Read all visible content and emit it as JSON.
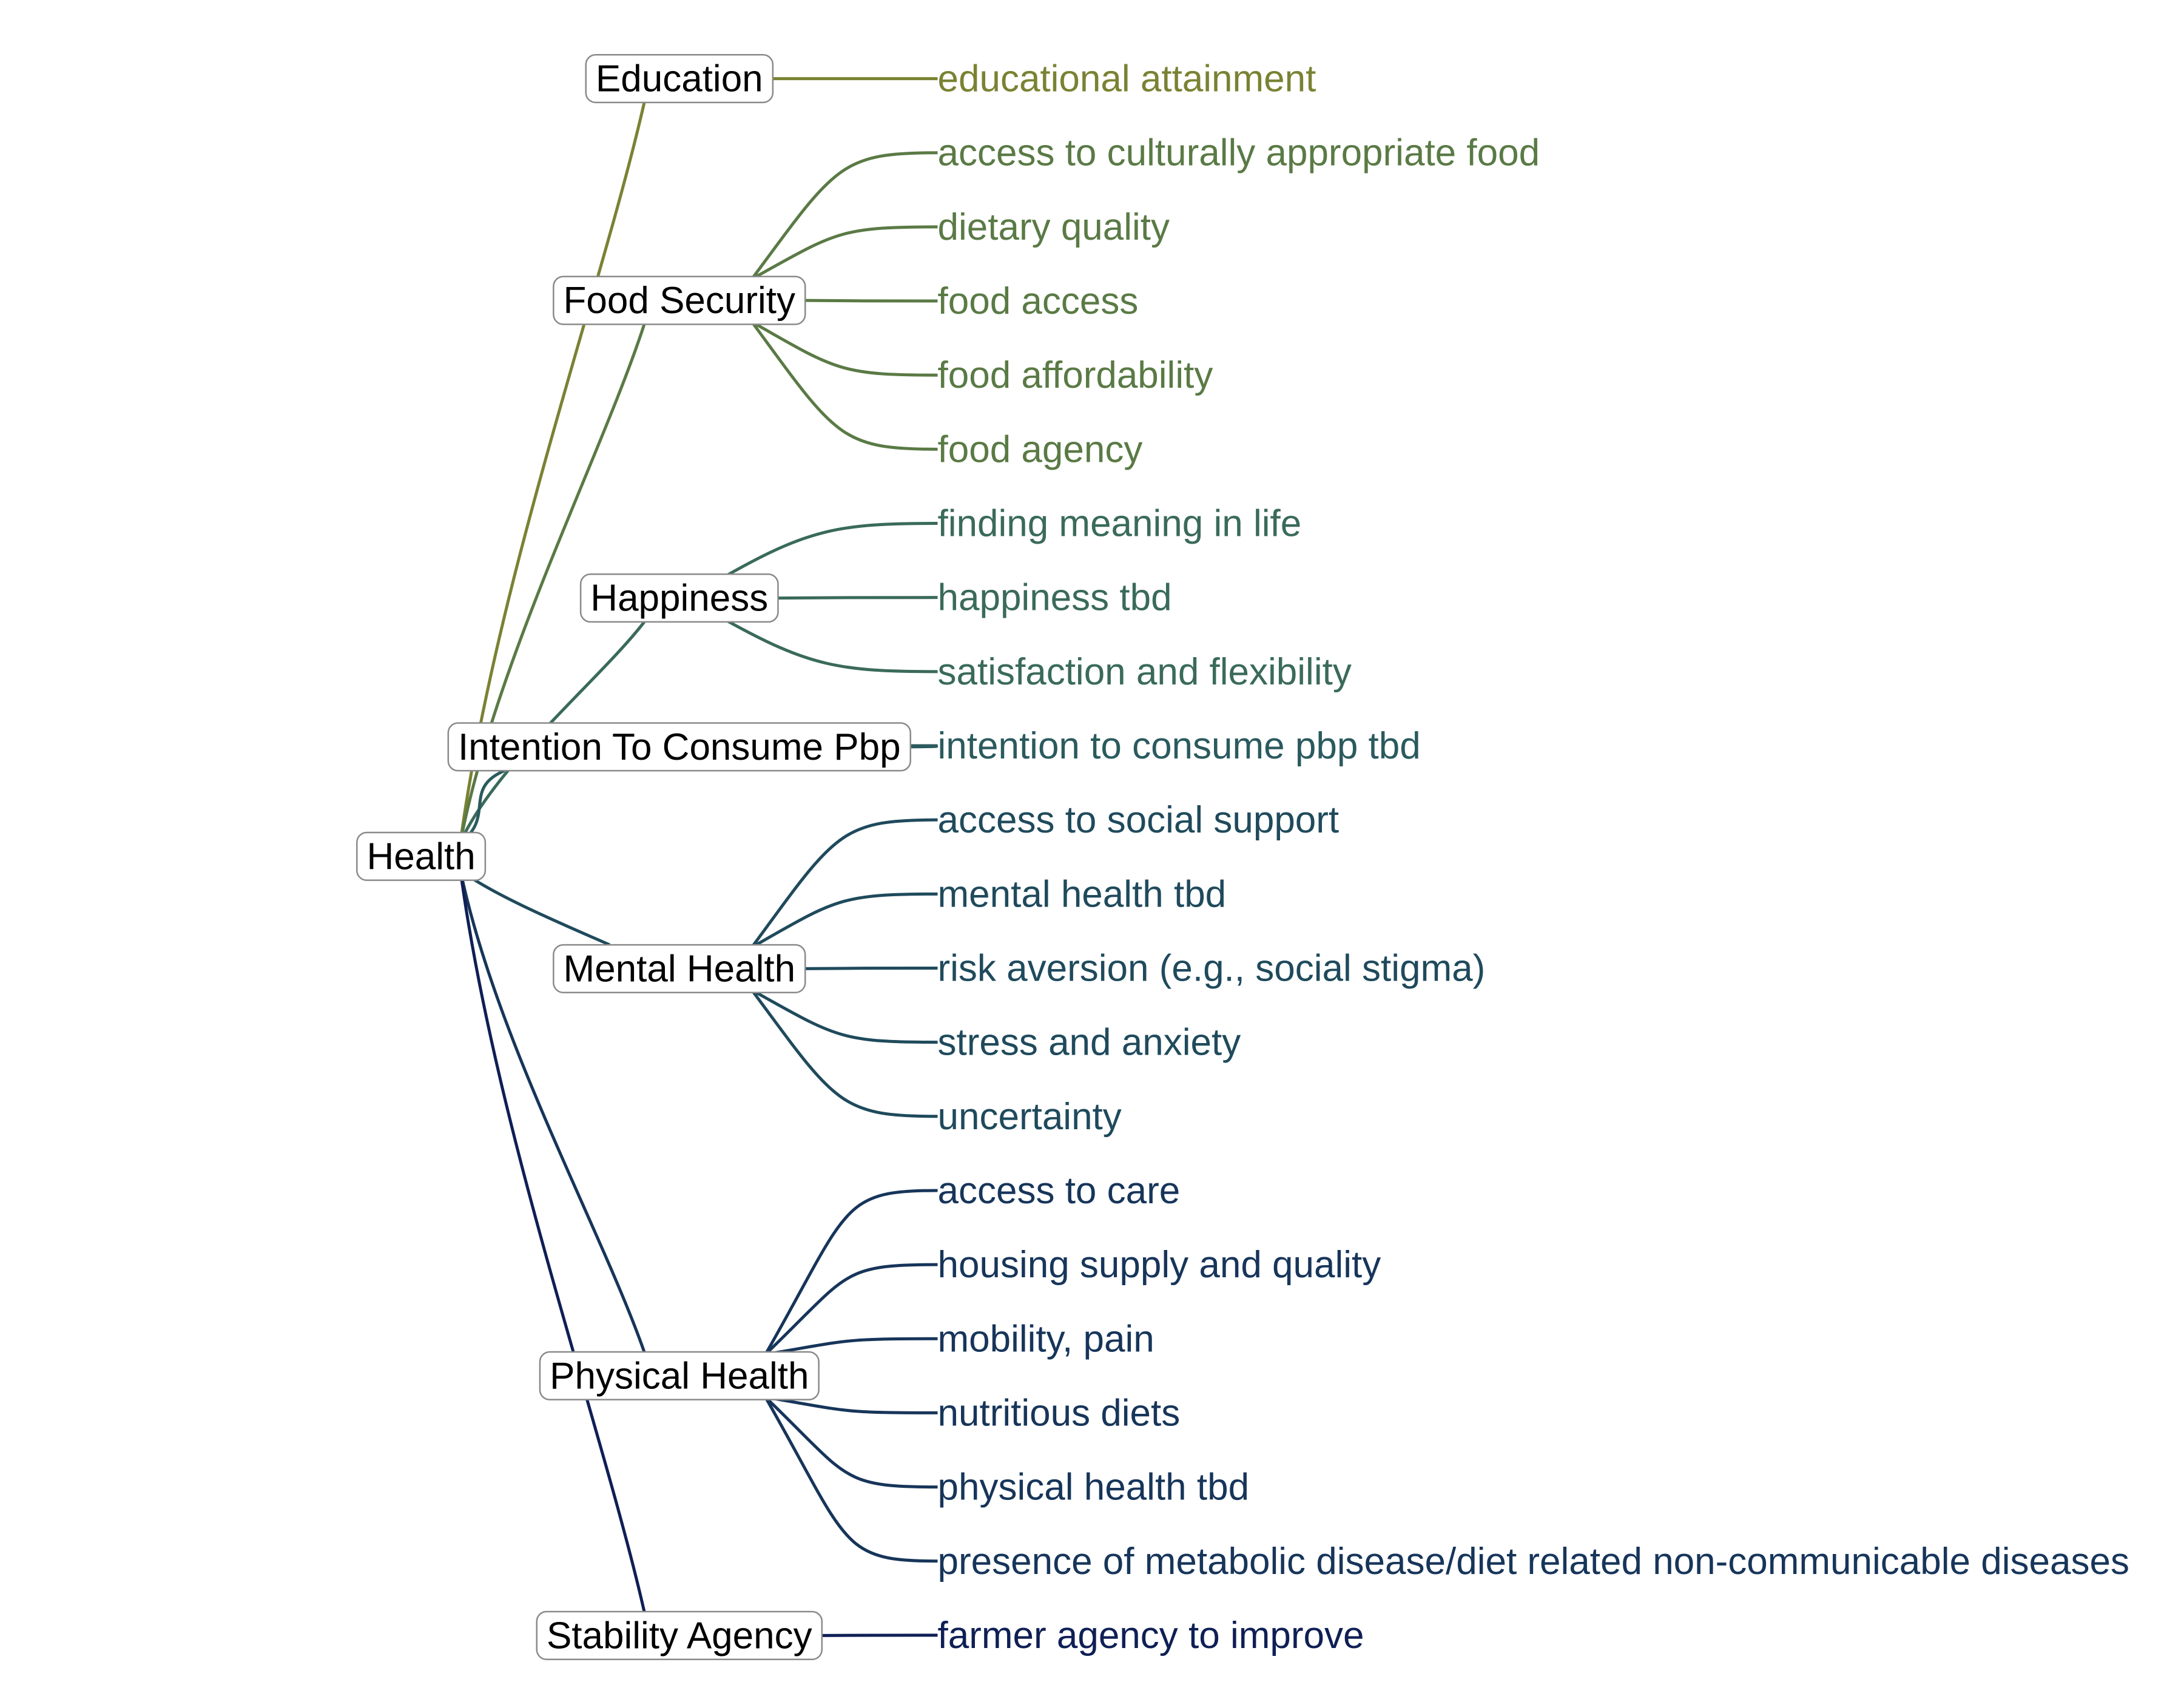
{
  "root": {
    "label": "Health"
  },
  "branches": [
    {
      "label": "Education",
      "color": "#7a8233",
      "leaves": [
        "educational attainment"
      ]
    },
    {
      "label": "Food Security",
      "color": "#5a7a45",
      "leaves": [
        "access to culturally appropriate food",
        "dietary quality",
        "food access",
        "food affordability",
        "food agency"
      ]
    },
    {
      "label": "Happiness",
      "color": "#3a6a5a",
      "leaves": [
        "finding meaning in life",
        "happiness tbd",
        "satisfaction and flexibility"
      ]
    },
    {
      "label": "Intention To Consume Pbp",
      "color": "#2a5a5e",
      "leaves": [
        "intention to consume pbp tbd"
      ]
    },
    {
      "label": "Mental Health",
      "color": "#1f4a5c",
      "leaves": [
        "access to social support",
        "mental health tbd",
        "risk aversion (e.g., social stigma)",
        "stress and anxiety",
        "uncertainty"
      ]
    },
    {
      "label": "Physical Health",
      "color": "#17355a",
      "leaves": [
        "access to care",
        "housing supply and quality",
        "mobility, pain",
        "nutritious diets",
        "physical health tbd",
        "presence of metabolic disease/diet related non-communicable diseases"
      ]
    },
    {
      "label": "Stability Agency",
      "color": "#0f1f55",
      "leaves": [
        "farmer agency to improve"
      ]
    }
  ]
}
